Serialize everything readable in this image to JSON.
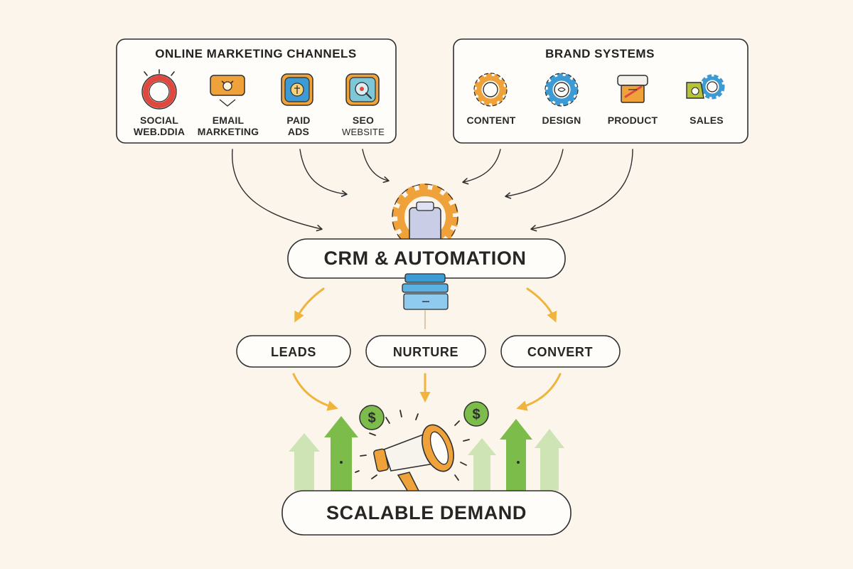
{
  "online_channels": {
    "title": "ONLINE MARKETING CHANNELS",
    "items": [
      {
        "line1": "SOCIAL",
        "line2": "WEB.DDIA",
        "icon": "social-ring-icon",
        "color": "#e0473e"
      },
      {
        "line1": "EMAIL",
        "line2": "MARKETING",
        "icon": "email-icon",
        "color": "#f0a23a"
      },
      {
        "line1": "PAID",
        "line2": "ADS",
        "icon": "paid-ads-icon",
        "color": "#3c9bd4"
      },
      {
        "line1": "SEO",
        "line2": "WEBSITE",
        "icon": "seo-icon",
        "color": "#f0a23a"
      }
    ]
  },
  "brand_systems": {
    "title": "BRAND SYSTEMS",
    "items": [
      {
        "label": "CONTENT",
        "icon": "content-gear-icon",
        "color": "#f0a23a"
      },
      {
        "label": "DESIGN",
        "icon": "design-gear-icon",
        "color": "#3c9bd4"
      },
      {
        "label": "PRODUCT",
        "icon": "product-icon",
        "color": "#f0a23a"
      },
      {
        "label": "SALES",
        "icon": "sales-gear-icon",
        "color": "#b6c23a"
      }
    ]
  },
  "hub": {
    "label": "CRM & AUTOMATION",
    "icons": [
      "gear-icon",
      "database-icon"
    ]
  },
  "stages": [
    {
      "label": "LEADS"
    },
    {
      "label": "NURTURE"
    },
    {
      "label": "CONVERT"
    }
  ],
  "outcome": {
    "label": "SCALABLE DEMAND",
    "icons": [
      "megaphone-icon",
      "dollar-coin-icon",
      "growth-arrow-icon"
    ]
  },
  "colors": {
    "background": "#fcf5ec",
    "accent_orange": "#f0a23a",
    "accent_blue": "#3c9bd4",
    "accent_red": "#e0473e",
    "accent_green": "#7cbc4a",
    "arrow_gold": "#f0b43c",
    "ink": "#2e2e2e"
  }
}
